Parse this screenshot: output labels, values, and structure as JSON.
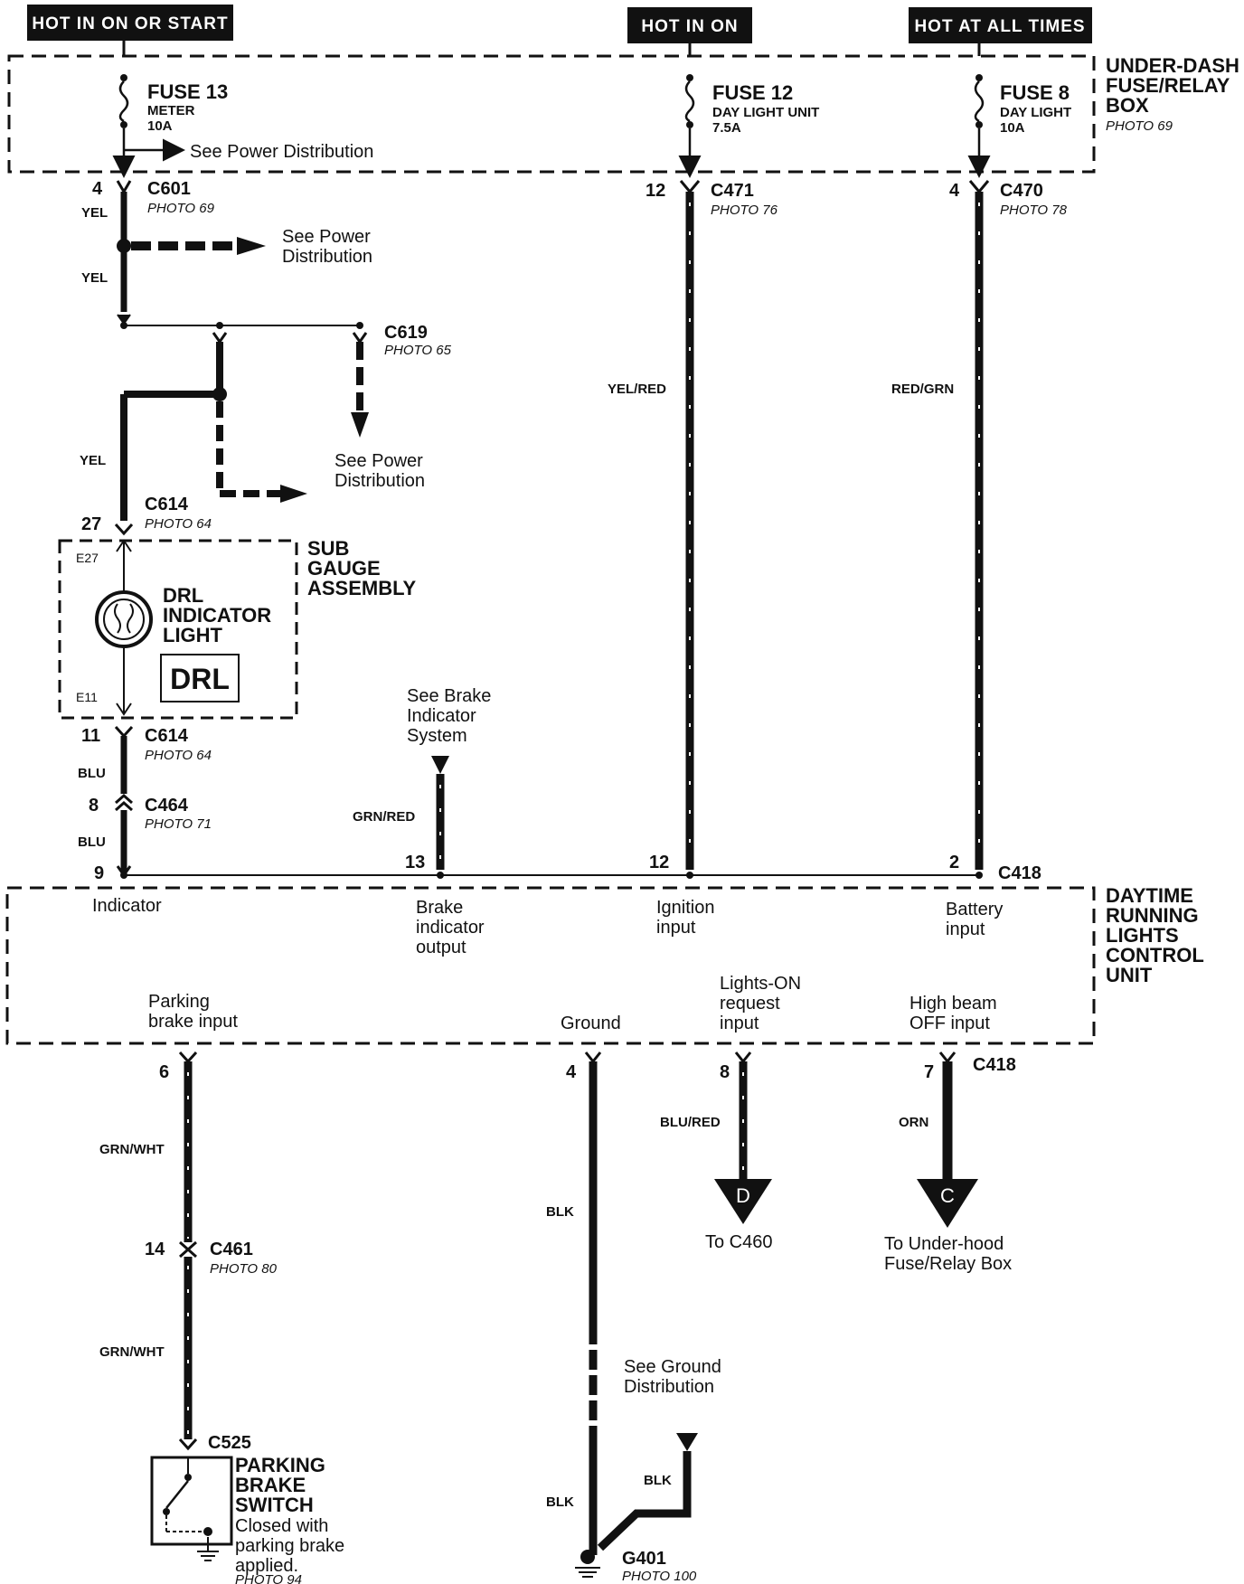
{
  "headers": {
    "hot_start": "HOT IN ON OR START",
    "hot_on": "HOT IN ON",
    "hot_always": "HOT AT ALL TIMES"
  },
  "fuse_box": {
    "title_line1": "UNDER-DASH",
    "title_line2": "FUSE/RELAY",
    "title_line3": "BOX",
    "photo": "PHOTO 69"
  },
  "fuses": [
    {
      "name": "FUSE 13",
      "desc": "METER",
      "rating": "10A"
    },
    {
      "name": "FUSE 12",
      "desc": "DAY LIGHT UNIT",
      "rating": "7.5A"
    },
    {
      "name": "FUSE 8",
      "desc": "DAY LIGHT",
      "rating": "10A"
    }
  ],
  "see_power_distribution": "See Power Distribution",
  "see_power_line1": "See Power",
  "see_power_line2": "Distribution",
  "connectors": {
    "c601": {
      "name": "C601",
      "pin": "4",
      "photo": "PHOTO 69"
    },
    "c471": {
      "name": "C471",
      "pin": "12",
      "photo": "PHOTO 76"
    },
    "c470": {
      "name": "C470",
      "pin": "4",
      "photo": "PHOTO 78"
    },
    "c619": {
      "name": "C619",
      "photo": "PHOTO 65"
    },
    "c614_top": {
      "name": "C614",
      "pin": "27",
      "photo": "PHOTO 64"
    },
    "c614_bot": {
      "name": "C614",
      "pin": "11",
      "photo": "PHOTO 64"
    },
    "c464": {
      "name": "C464",
      "pin": "8",
      "photo": "PHOTO 71"
    },
    "c418_top": {
      "name": "C418"
    },
    "c418_bot": {
      "name": "C418"
    },
    "c461": {
      "name": "C461",
      "pin": "14",
      "photo": "PHOTO 80"
    },
    "c525": {
      "name": "C525"
    },
    "g401": {
      "name": "G401",
      "photo": "PHOTO 100"
    }
  },
  "wires": {
    "yel": "YEL",
    "blu": "BLU",
    "yel_red": "YEL/RED",
    "red_grn": "RED/GRN",
    "grn_red": "GRN/RED",
    "grn_wht": "GRN/WHT",
    "blk": "BLK",
    "blu_red": "BLU/RED",
    "orn": "ORN"
  },
  "sub_gauge": {
    "line1": "SUB",
    "line2": "GAUGE",
    "line3": "ASSEMBLY",
    "pin_top": "E27",
    "pin_bot": "E11",
    "light_line1": "DRL",
    "light_line2": "INDICATOR",
    "light_line3": "LIGHT",
    "badge": "DRL"
  },
  "brake_ref": {
    "line1": "See Brake",
    "line2": "Indicator",
    "line3": "System"
  },
  "control_unit": {
    "title_line1": "DAYTIME",
    "title_line2": "RUNNING",
    "title_line3": "LIGHTS",
    "title_line4": "CONTROL",
    "title_line5": "UNIT",
    "pins_top": [
      "9",
      "13",
      "12",
      "2"
    ],
    "pins_bottom": [
      "6",
      "4",
      "8",
      "7"
    ],
    "indicator": "Indicator",
    "brake_out_1": "Brake",
    "brake_out_2": "indicator",
    "brake_out_3": "output",
    "ign_1": "Ignition",
    "ign_2": "input",
    "bat_1": "Battery",
    "bat_2": "input",
    "park_1": "Parking",
    "park_2": "brake input",
    "ground": "Ground",
    "lights_on_1": "Lights-ON",
    "lights_on_2": "request",
    "lights_on_3": "input",
    "high_beam_1": "High beam",
    "high_beam_2": "OFF  input"
  },
  "offpage": {
    "d_letter": "D",
    "c_letter": "C",
    "to_c460": "To C460",
    "to_underhood_1": "To Under-hood",
    "to_underhood_2": "Fuse/Relay Box"
  },
  "ground_ref": {
    "line1": "See Ground",
    "line2": "Distribution"
  },
  "parking_switch": {
    "line1": "PARKING",
    "line2": "BRAKE",
    "line3": "SWITCH",
    "note1": "Closed with",
    "note2": "parking brake",
    "note3": "applied.",
    "photo": "PHOTO 94"
  }
}
